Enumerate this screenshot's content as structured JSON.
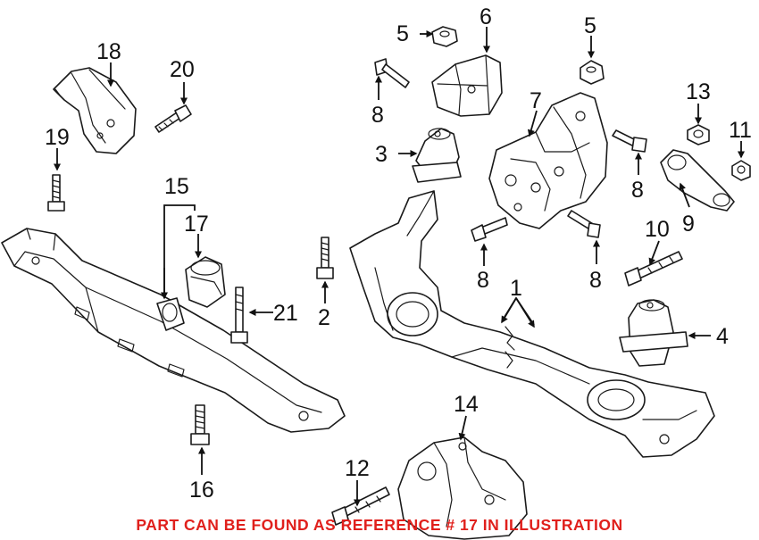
{
  "callouts": {
    "c1": "1",
    "c2": "2",
    "c3": "3",
    "c4": "4",
    "c5a": "5",
    "c5b": "5",
    "c6": "6",
    "c7": "7",
    "c8a": "8",
    "c8b": "8",
    "c8c": "8",
    "c8d": "8",
    "c9": "9",
    "c10": "10",
    "c11": "11",
    "c12": "12",
    "c13": "13",
    "c14": "14",
    "c15": "15",
    "c16": "16",
    "c17": "17",
    "c18": "18",
    "c19": "19",
    "c20": "20",
    "c21": "21"
  },
  "footnote": "PART CAN BE FOUND AS REFERENCE # 17 IN ILLUSTRATION",
  "colors": {
    "footnote": "#e0201c",
    "line": "#1a1a1a"
  }
}
